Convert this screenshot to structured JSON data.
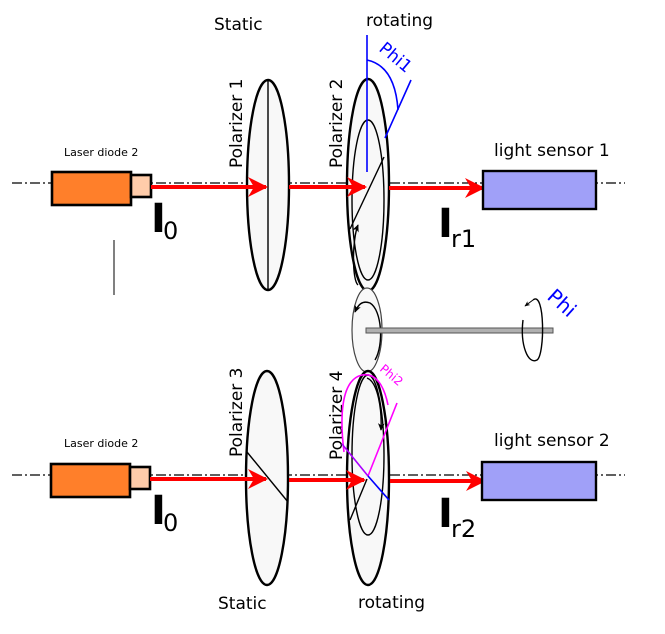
{
  "colors": {
    "laser_body": "#ff7f2a",
    "laser_tip": "#ffccaa",
    "beam": "#ff0000",
    "sensor": "#a0a0f8",
    "angle_phi1": "#0000ff",
    "angle_phi2": "#ff00ff",
    "polarizer_fill": "#f8f8f8",
    "shaft": "#b0b0b0"
  },
  "top": {
    "static_label": "Static",
    "rotating_label": "rotating",
    "laser_label": "Laser diode 2",
    "polarizer_a": "Polarizer 1",
    "polarizer_b": "Polarizer 2",
    "angle_label": "Phi1",
    "sensor_label": "light sensor 1",
    "intensity_in": "I",
    "intensity_in_sub": "0",
    "intensity_out": "I",
    "intensity_out_sub": "r1"
  },
  "middle": {
    "rotation_label": "Phi"
  },
  "bottom": {
    "static_label": "Static",
    "rotating_label": "rotating",
    "laser_label": "Laser diode 2",
    "polarizer_a": "Polarizer 3",
    "polarizer_b": "Polarizer 4",
    "angle_label": "Phi2",
    "sensor_label": "light sensor 2",
    "intensity_in": "I",
    "intensity_in_sub": "0",
    "intensity_out": "I",
    "intensity_out_sub": "r2"
  }
}
